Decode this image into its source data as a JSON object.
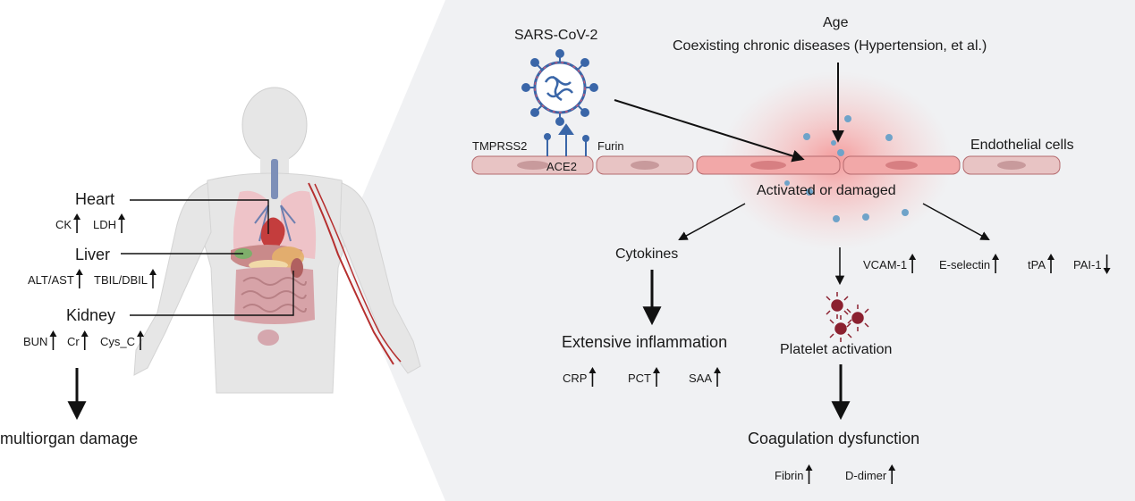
{
  "left_panel": {
    "organs": [
      {
        "name": "Heart",
        "markers": [
          {
            "label": "CK",
            "trend": "up"
          },
          {
            "label": "LDH",
            "trend": "up"
          }
        ]
      },
      {
        "name": "Liver",
        "markers": [
          {
            "label": "ALT/AST",
            "trend": "up"
          },
          {
            "label": "TBIL/DBIL",
            "trend": "up"
          }
        ]
      },
      {
        "name": "Kidney",
        "markers": [
          {
            "label": "BUN",
            "trend": "up"
          },
          {
            "label": "Cr",
            "trend": "up"
          },
          {
            "label": "Cys_C",
            "trend": "up"
          }
        ]
      }
    ],
    "outcome": "multiorgan damage"
  },
  "right_panel": {
    "risk_factors": {
      "age": "Age",
      "chronic": "Coexisting chronic diseases (Hypertension, et al.)"
    },
    "virus": "SARS-CoV-2",
    "receptors": {
      "tmprss2": "TMPRSS2",
      "ace2": "ACE2",
      "furin": "Furin"
    },
    "endothelial": "Endothelial cells",
    "activated": "Activated or damaged",
    "cytokines": "Cytokines",
    "inflammation": {
      "title": "Extensive inflammation",
      "markers": [
        {
          "label": "CRP",
          "trend": "up"
        },
        {
          "label": "PCT",
          "trend": "up"
        },
        {
          "label": "SAA",
          "trend": "up"
        }
      ]
    },
    "endothelial_markers": [
      {
        "label": "VCAM-1",
        "trend": "up"
      },
      {
        "label": "E-selectin",
        "trend": "up"
      },
      {
        "label": "tPA",
        "trend": "up"
      },
      {
        "label": "PAI-1",
        "trend": "down"
      }
    ],
    "platelet": "Platelet activation",
    "coagulation": {
      "title": "Coagulation dysfunction",
      "markers": [
        {
          "label": "Fibrin",
          "trend": "up"
        },
        {
          "label": "D-dimer",
          "trend": "up"
        }
      ]
    }
  },
  "colors": {
    "panel_bg": "#f0f1f3",
    "cell": "#e8c4c4",
    "cell_border": "#b56a6e",
    "activated_cell": "#f2a8a8",
    "glow": "#f7a0a0",
    "virus": "#3a66a8",
    "dots": "#6fa3c9",
    "platelet": "#8b2130",
    "skin": "#e4e4e4"
  }
}
